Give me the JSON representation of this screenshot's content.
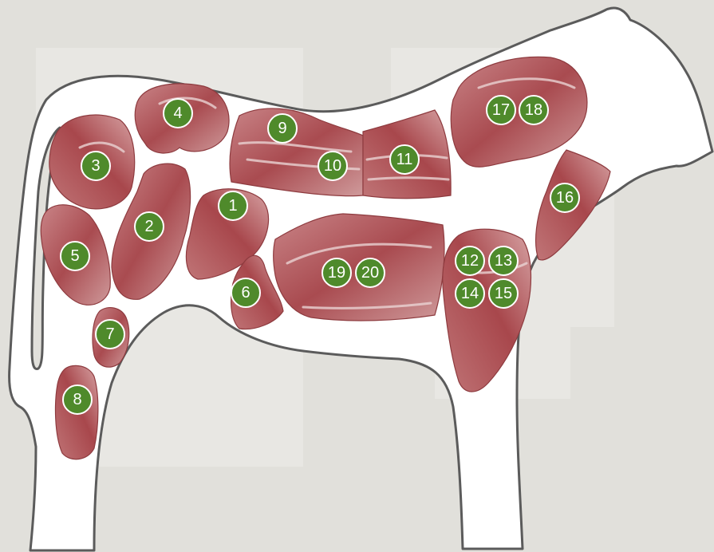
{
  "colors": {
    "background": "#e1e0db",
    "silhouette_fill": "#ffffff",
    "silhouette_stroke": "#5b5b5b",
    "badge_fill": "#4f8a2b",
    "badge_text": "#ffffff",
    "meat_base": "#b86a6c",
    "meat_dark": "#9c3c40",
    "meat_fat": "#e9cfcf"
  },
  "cuts": [
    {
      "id": "1"
    },
    {
      "id": "2"
    },
    {
      "id": "3"
    },
    {
      "id": "4"
    },
    {
      "id": "5"
    },
    {
      "id": "6"
    },
    {
      "id": "7"
    },
    {
      "id": "8"
    },
    {
      "id": "9"
    },
    {
      "id": "10"
    },
    {
      "id": "11"
    },
    {
      "id": "12"
    },
    {
      "id": "13"
    },
    {
      "id": "14"
    },
    {
      "id": "15"
    },
    {
      "id": "16"
    },
    {
      "id": "17"
    },
    {
      "id": "18"
    },
    {
      "id": "19"
    },
    {
      "id": "20"
    }
  ]
}
